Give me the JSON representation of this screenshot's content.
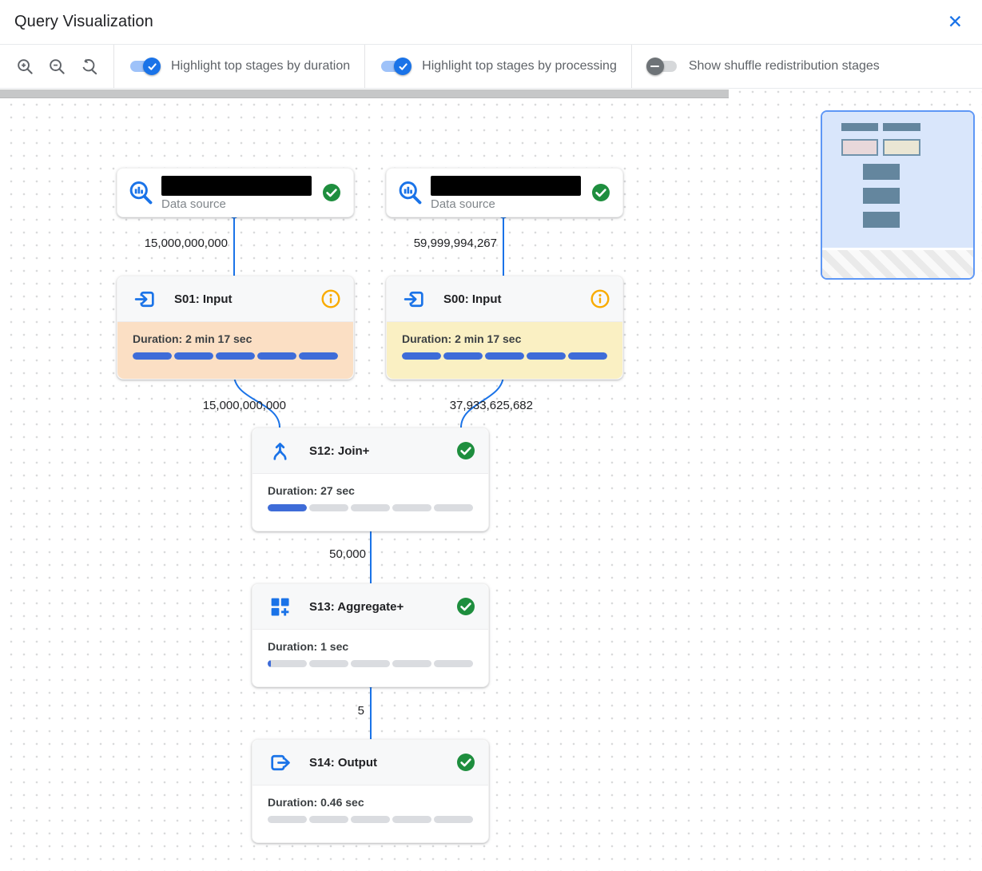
{
  "header": {
    "title": "Query Visualization",
    "close_glyph": "✕"
  },
  "toolbar": {
    "zoom_buttons": [
      "zoom-in",
      "zoom-out",
      "reset-zoom"
    ],
    "toggles": [
      {
        "label": "Highlight top stages by duration",
        "state": "on"
      },
      {
        "label": "Highlight top stages by processing",
        "state": "on"
      },
      {
        "label": "Show shuffle redistribution stages",
        "state": "off"
      }
    ]
  },
  "graph": {
    "data_sources": [
      {
        "label": "Data source",
        "name_hidden": true,
        "status": "completed"
      },
      {
        "label": "Data source",
        "name_hidden": true,
        "status": "completed"
      }
    ],
    "stages": [
      {
        "title": "S01: Input",
        "duration": "Duration: 2 min 17 sec",
        "progress_percent": 100,
        "segments": [
          100,
          100,
          100,
          100,
          100
        ],
        "body_color": "#fbdfc4",
        "status": "info",
        "highlight": "top stage by duration"
      },
      {
        "title": "S00: Input",
        "duration": "Duration: 2 min 17 sec",
        "progress_percent": 100,
        "segments": [
          100,
          100,
          100,
          100,
          100
        ],
        "body_color": "#faf0c3",
        "status": "info",
        "highlight": "top stage by processing"
      },
      {
        "title": "S12: Join+",
        "duration": "Duration: 27 sec",
        "progress_percent": 20,
        "segments": [
          100,
          0,
          0,
          0,
          0
        ],
        "body_color": "#ffffff",
        "status": "completed",
        "highlight": "none"
      },
      {
        "title": "S13: Aggregate+",
        "duration": "Duration: 1 sec",
        "progress_percent": 2,
        "segments": [
          8,
          0,
          0,
          0,
          0
        ],
        "body_color": "#ffffff",
        "status": "completed",
        "highlight": "none"
      },
      {
        "title": "S14: Output",
        "duration": "Duration: 0.46 sec",
        "progress_percent": 0,
        "segments": [
          0,
          0,
          0,
          0,
          0
        ],
        "body_color": "#ffffff",
        "status": "completed",
        "highlight": "none"
      }
    ],
    "edge_labels": {
      "ds1_to_s01": "15,000,000,000",
      "ds2_to_s00": "59,999,994,267",
      "s01_to_s12": "15,000,000,000",
      "s00_to_s12": "37,933,625,682",
      "s12_to_s13": "50,000",
      "s13_to_s14": "5"
    }
  },
  "colors": {
    "accent": "#1a73e8",
    "edge": "#1a73e8",
    "progress_fill": "#3e6cd8",
    "progress_track": "#dadce0",
    "success": "#1e8e3e",
    "warning": "#f9ab00",
    "duration_highlight": "#fbdfc4",
    "processing_highlight": "#faf0c3"
  },
  "minimap": {
    "viewport_bg": "#d9e6fb",
    "border": "#5e97f6",
    "marker": "#64869e",
    "duration_marker_bg": "#e8d8da",
    "processing_marker_bg": "#eae6d4"
  }
}
